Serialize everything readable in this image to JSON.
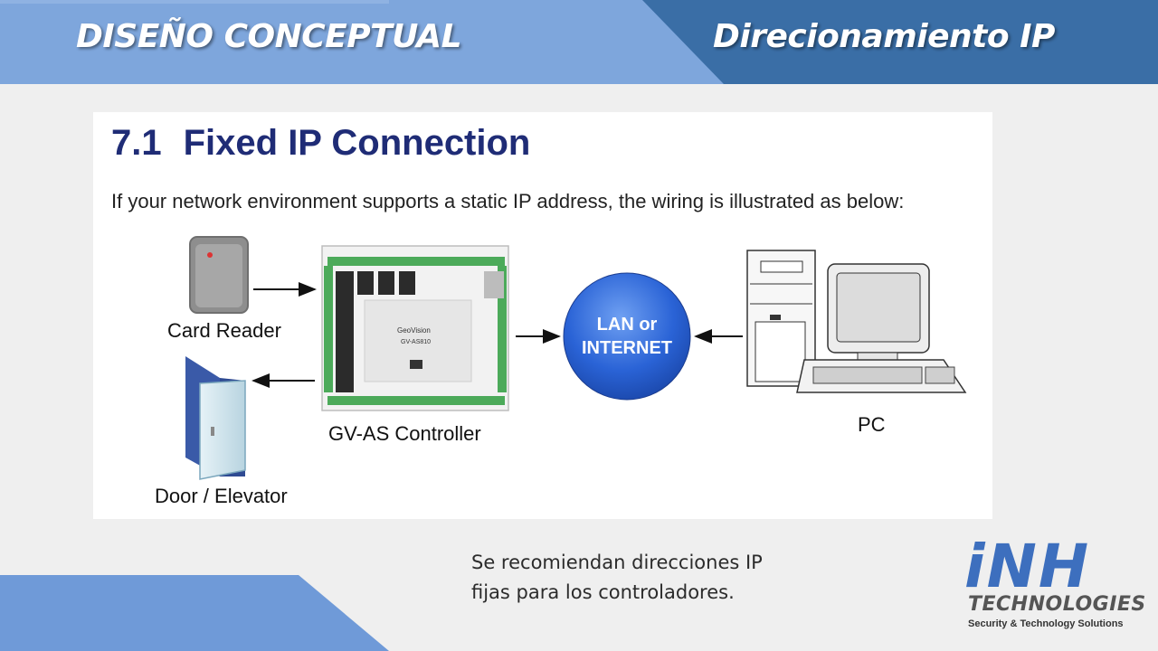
{
  "slide": {
    "title_left": "DISEÑO CONCEPTUAL",
    "title_right": "Direcionamiento IP",
    "note": "Se recomiendan direcciones IP fijas para los controladores."
  },
  "figure": {
    "section_number": "7.1",
    "section_title": "Fixed IP Connection",
    "intro": "If your network environment supports a static IP address, the wiring is illustrated as below:",
    "labels": {
      "card_reader": "Card Reader",
      "door": "Door / Elevator",
      "controller": "GV-AS Controller",
      "network_line1": "LAN or",
      "network_line2": "INTERNET",
      "pc": "PC"
    },
    "device_brand": "GeoVision",
    "device_model": "GV-AS810"
  },
  "logo": {
    "main": "iNH",
    "line2": "TECHNOLOGIES",
    "line3": "Security & Technology Solutions"
  },
  "colors": {
    "banner_light": "#7ea6dc",
    "banner_dark": "#3a6ea6",
    "title_blue": "#1f2c76",
    "network_circle": "#2a63d6",
    "logo_blue": "#3d6fbe"
  }
}
